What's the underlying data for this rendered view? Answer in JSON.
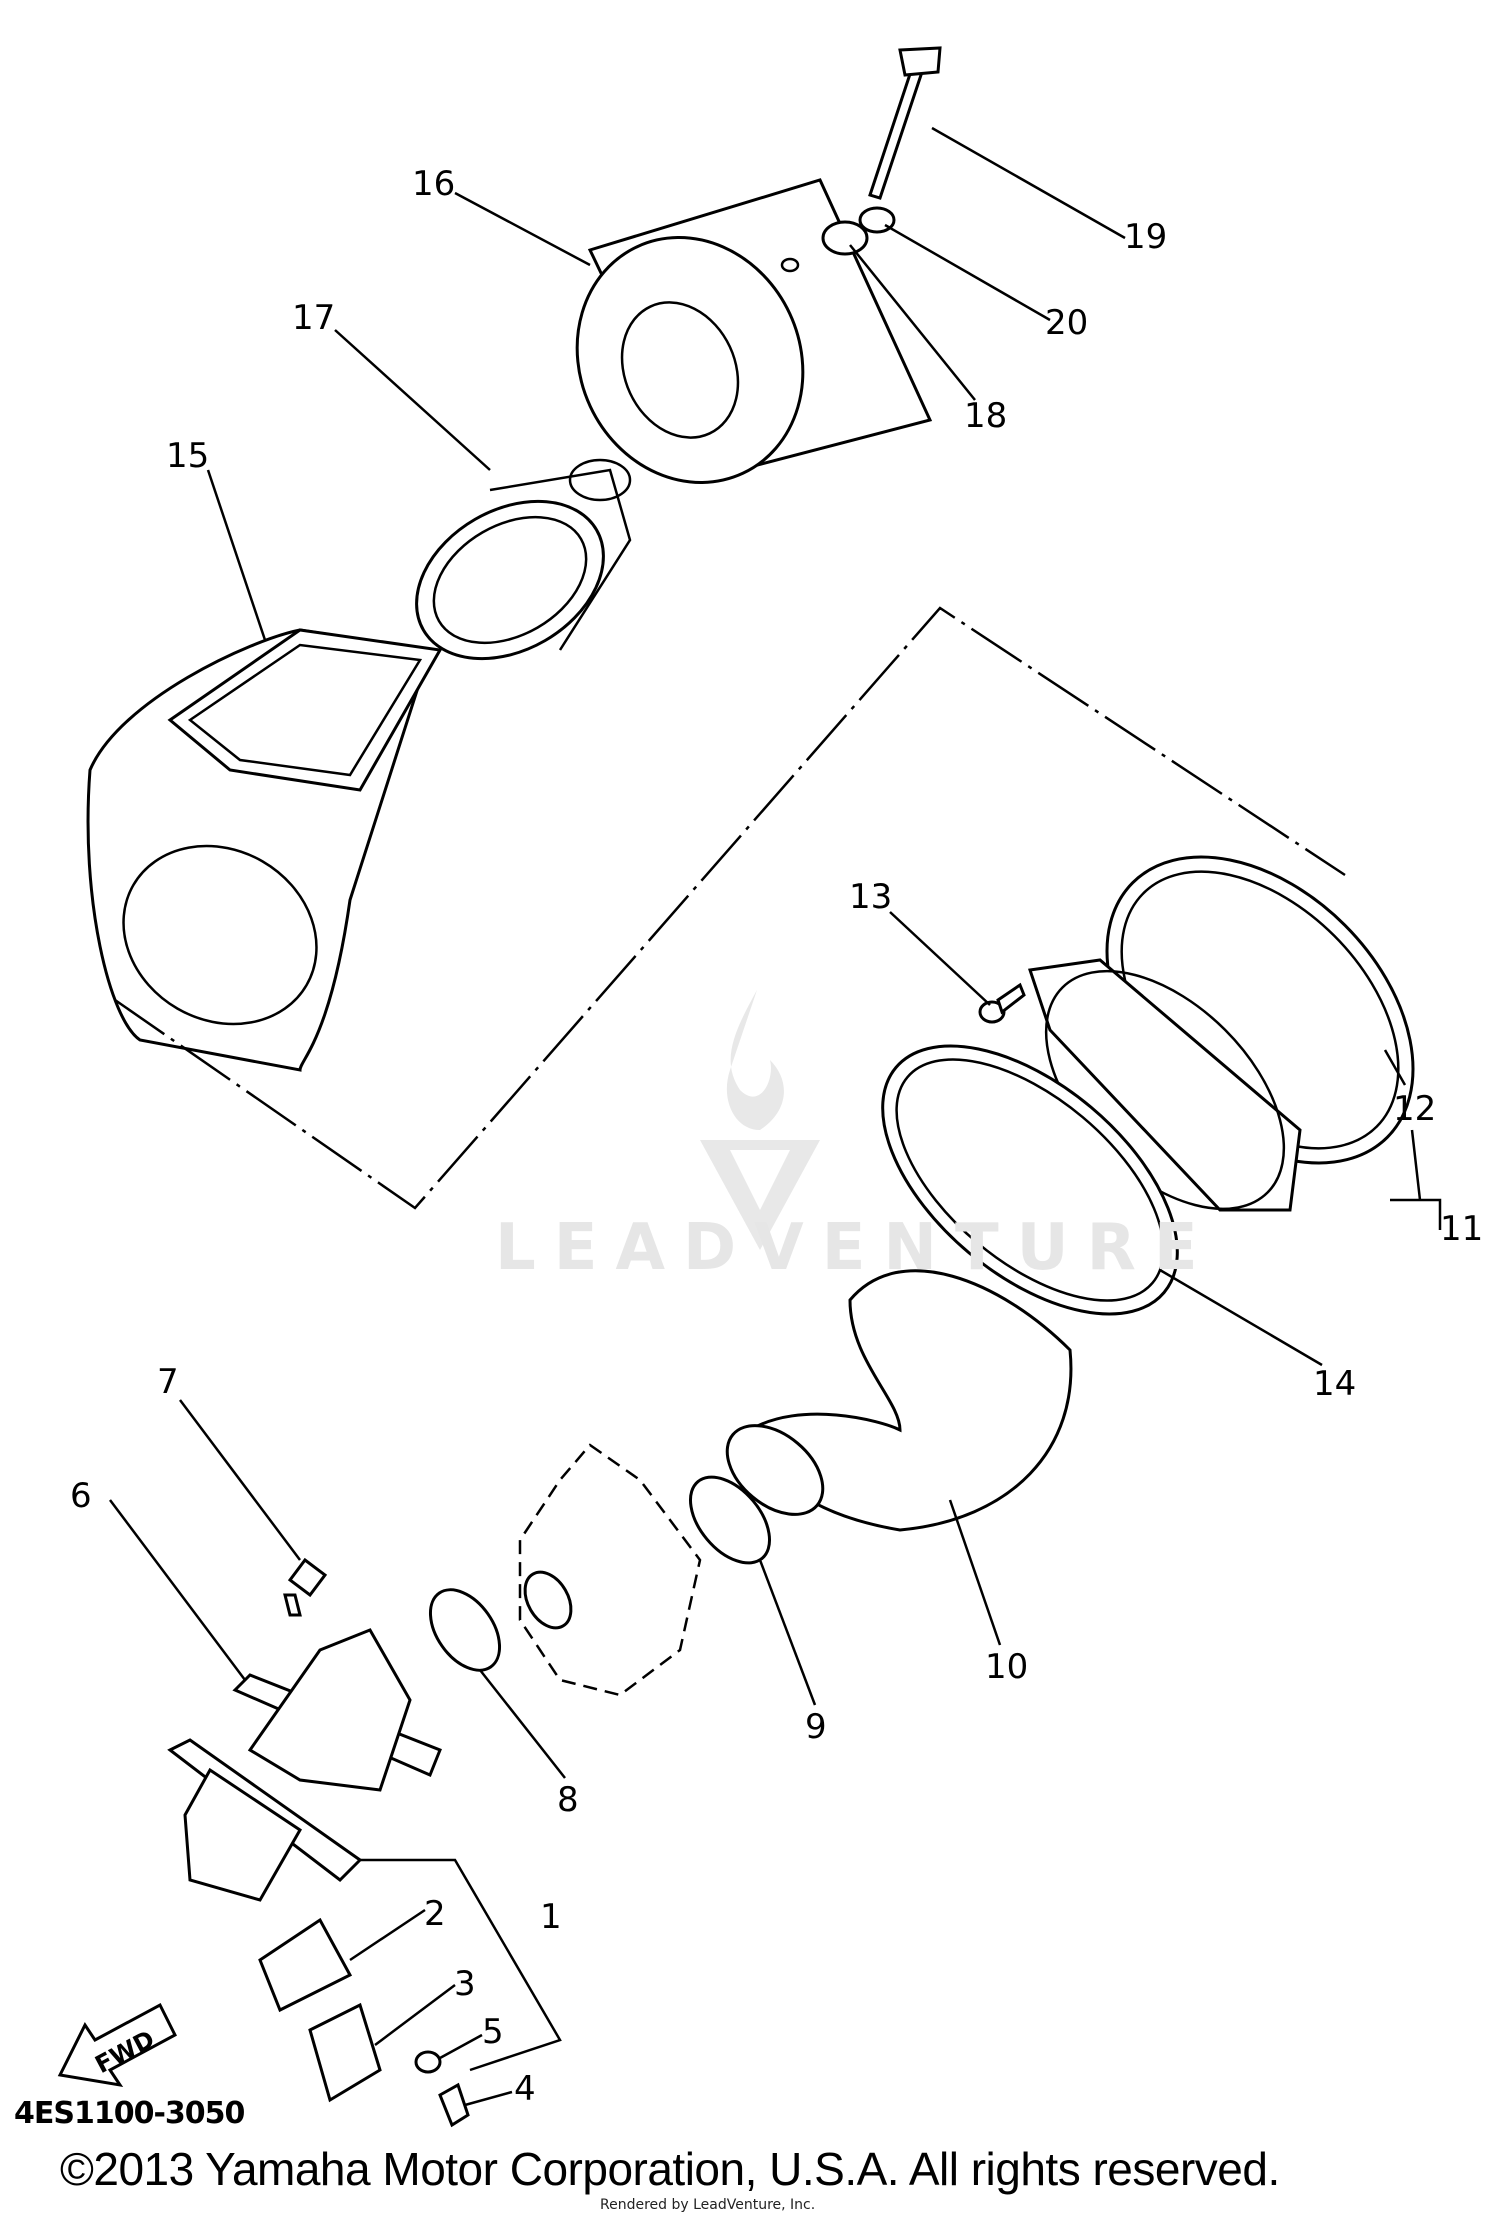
{
  "diagram": {
    "code": "4ES1100-3050",
    "copyright": "©2013 Yamaha Motor Corporation, U.S.A. All rights reserved.",
    "render_credit": "Rendered by LeadVenture, Inc.",
    "watermark": "LEADVENTURE",
    "fwd_label": "FWD",
    "callouts": [
      "1",
      "2",
      "3",
      "4",
      "5",
      "6",
      "7",
      "8",
      "9",
      "10",
      "11",
      "12",
      "13",
      "14",
      "15",
      "16",
      "17",
      "18",
      "19",
      "20"
    ]
  }
}
